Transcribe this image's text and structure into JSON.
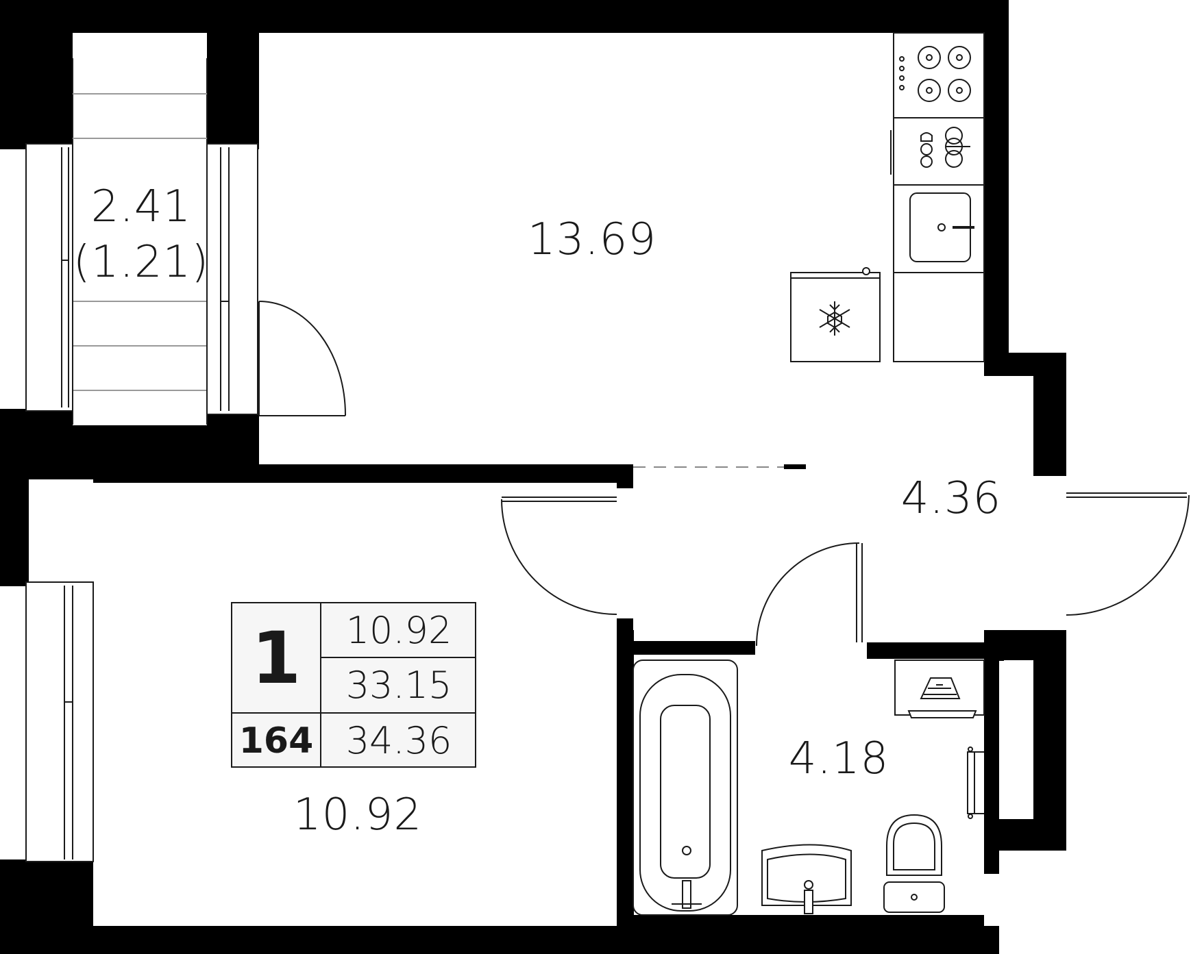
{
  "rooms": {
    "balcony_area": "2.41",
    "balcony_area_reduced": "(1.21)",
    "kitchen_living_area": "13.69",
    "hallway_area": "4.36",
    "bathroom_area": "4.18",
    "bedroom_area": "10.92"
  },
  "summary_card": {
    "room_count": "1",
    "living_area": "10.92",
    "total_area": "33.15",
    "apartment_number": "164",
    "total_area_with_balcony": "34.36"
  },
  "colors": {
    "wall": "#000000",
    "line": "#1a1a1a",
    "card_bg": "#f6f6f6",
    "background": "#ffffff"
  },
  "icons": [
    "cooktop-icon",
    "dishwasher-icon",
    "sink-icon",
    "fridge-snowflake-icon",
    "bathtub-icon",
    "washbasin-icon",
    "toilet-icon",
    "washing-machine-icon",
    "towel-rail-icon",
    "door-swing-icon",
    "window-icon"
  ]
}
